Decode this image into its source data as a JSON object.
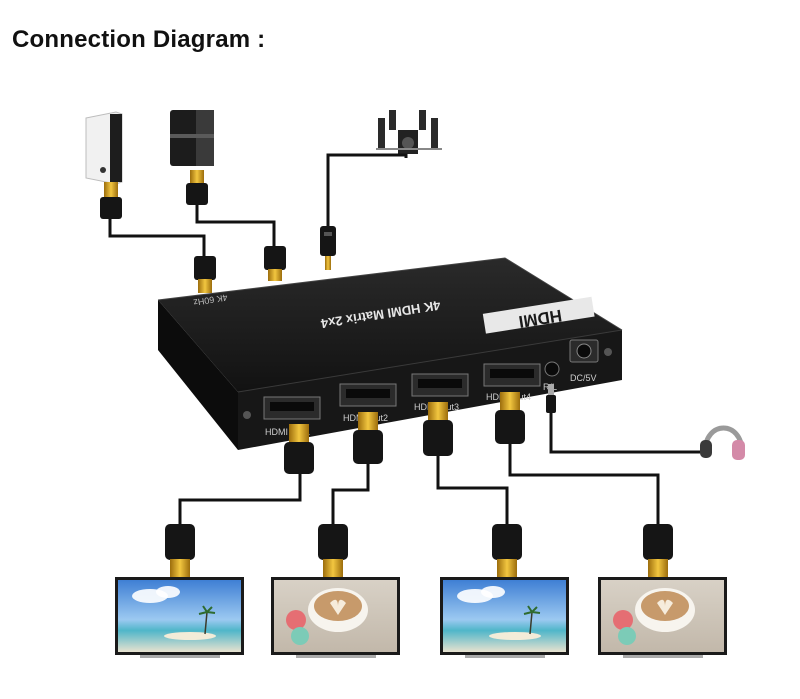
{
  "title": "Connection Diagram :",
  "device": {
    "top_label": "4K HDMI Matrix 2x4",
    "corner_label": "4K 60Hz",
    "logo": "HDMI",
    "port_labels": [
      "HDMI Out1",
      "HDMI Out2",
      "HDMI Out3",
      "HDMI Out4"
    ],
    "headphone_port_label": "R/L",
    "power_label": "DC/5V"
  },
  "colors": {
    "device_body": "#1a1a1a",
    "connector_gold": "#d9a21b",
    "cable": "#111111"
  },
  "icons": [
    "pc-source-icon",
    "game-console-source-icon",
    "speaker-system-icon",
    "headphones-icon",
    "tv-display-icon"
  ]
}
